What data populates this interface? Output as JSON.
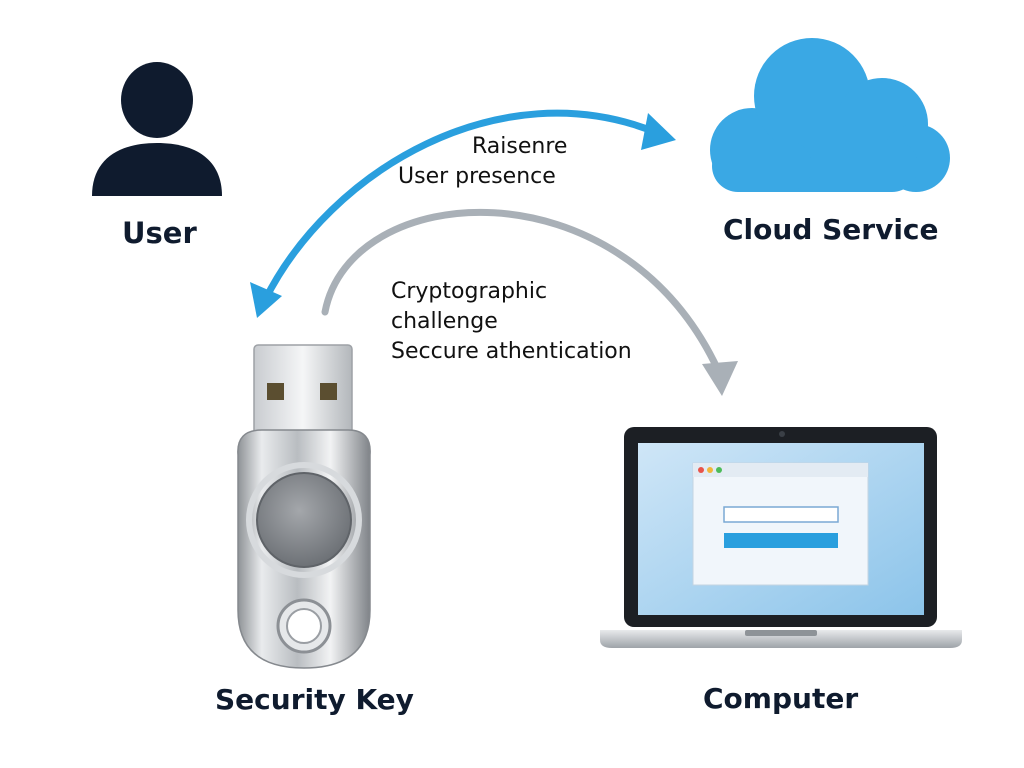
{
  "nodes": {
    "user": {
      "label": "User"
    },
    "cloud": {
      "label": "Cloud Service"
    },
    "security_key": {
      "label": "Security Key"
    },
    "computer": {
      "label": "Computer"
    }
  },
  "annotations": {
    "top": {
      "line1": "Raisenre",
      "line2": "User presence"
    },
    "middle": {
      "line1": "Cryptographic",
      "line2": "challenge",
      "line3": "Seccure athentication"
    }
  },
  "icons": {
    "user": "user-silhouette-icon",
    "cloud": "cloud-icon",
    "security_key": "usb-security-key-icon",
    "computer": "laptop-icon"
  },
  "colors": {
    "cloud": "#3aa8e4",
    "blue_arrow": "#2a9fde",
    "gray_arrow": "#a9b0b7",
    "label_text": "#0f1b2e",
    "user_icon": "#0f1b2e"
  }
}
